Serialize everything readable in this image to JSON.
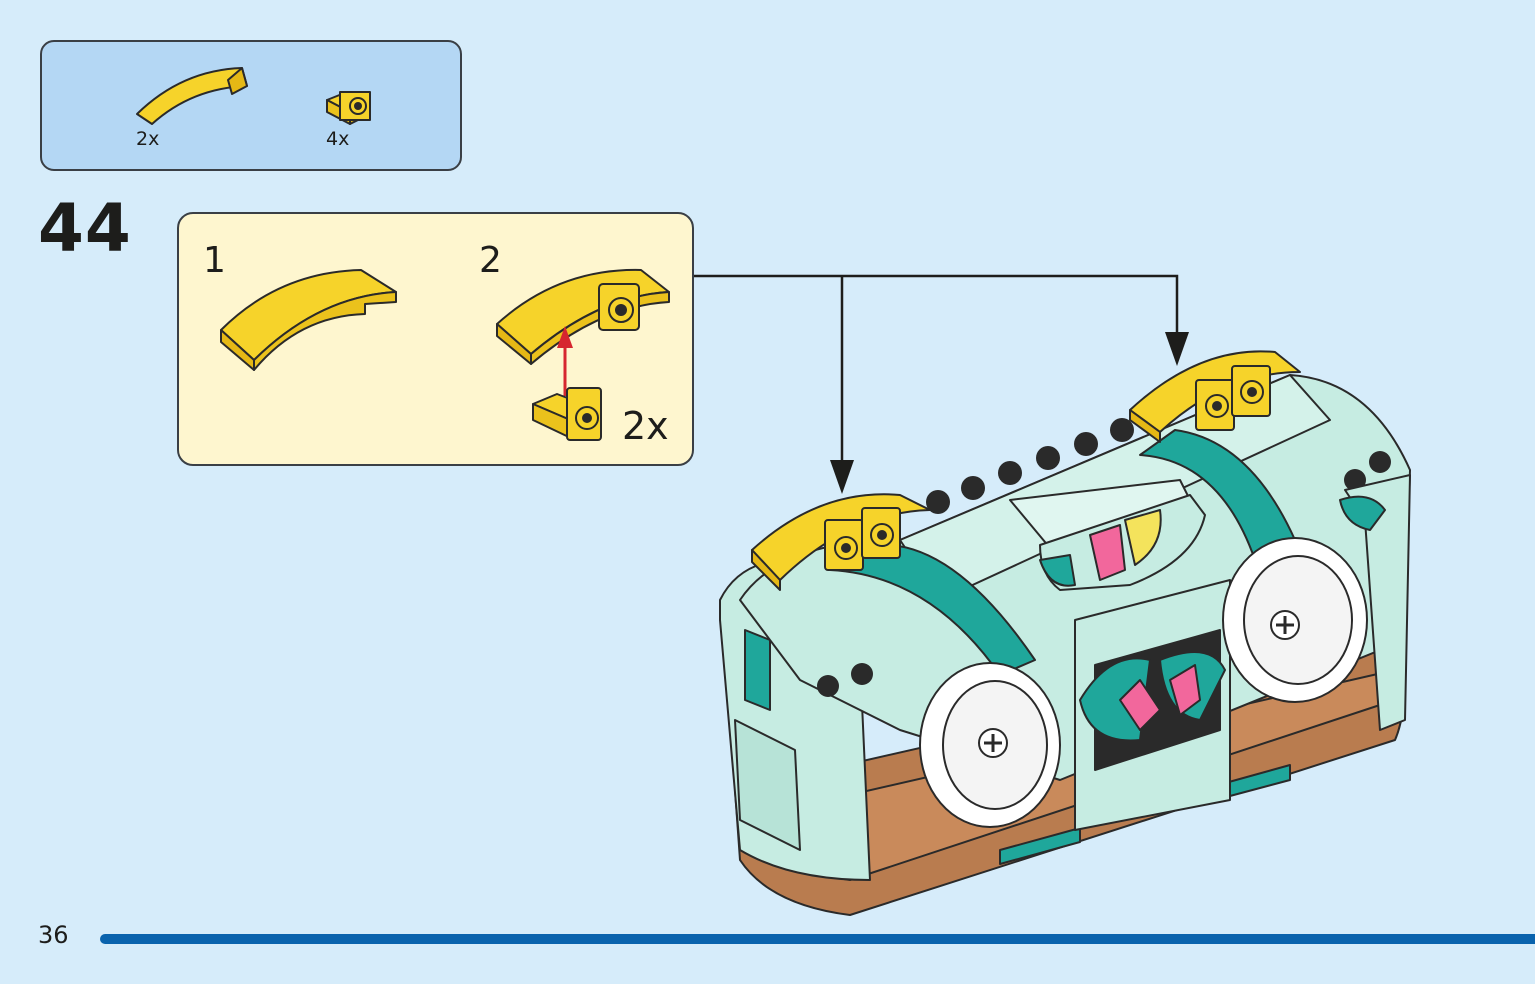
{
  "parts_list": {
    "items": [
      {
        "name": "yellow-curved-slope",
        "count": "2x",
        "color": "#f6d32a"
      },
      {
        "name": "yellow-bracket-plate",
        "count": "4x",
        "color": "#f6d32a"
      }
    ]
  },
  "step": {
    "number": "44",
    "sub_steps": [
      {
        "number": "1"
      },
      {
        "number": "2"
      }
    ],
    "sub_multiplier": "2x"
  },
  "colors": {
    "background": "#d6ecfa",
    "parts_box": "#b4d7f4",
    "sub_box": "#fef6cf",
    "yellow": "#f6d32a",
    "mint": "#c6ece2",
    "teal": "#1fa79b",
    "brown": "#b97c4f",
    "pink": "#f2679c",
    "arrow_red": "#d6262f",
    "progress": "#0a63ad"
  },
  "footer": {
    "page_number": "36"
  }
}
